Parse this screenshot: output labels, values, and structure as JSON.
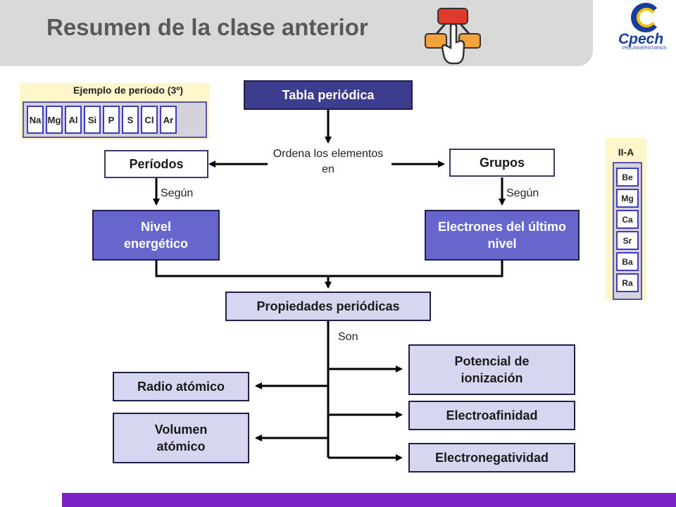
{
  "header": {
    "title": "Resumen de la clase anterior"
  },
  "logo": {
    "name": "Cpech",
    "subtitle": "PREUNIVERSITARIOS"
  },
  "period_example": {
    "title": "Ejemplo de período (3º)",
    "elements": [
      "Na",
      "Mg",
      "Al",
      "Si",
      "P",
      "S",
      "Cl",
      "Ar"
    ]
  },
  "group_example": {
    "title": "II-A",
    "elements": [
      "Be",
      "Mg",
      "Ca",
      "Sr",
      "Ba",
      "Ra"
    ]
  },
  "diagram": {
    "root": "Tabla periódica",
    "orders_label": "Ordena los elementos en",
    "periods": "Períodos",
    "groups": "Grupos",
    "according_left": "Según",
    "according_right": "Según",
    "energy_level": "Nivel energético",
    "last_electrons": "Electrones del último nivel",
    "properties": "Propiedades periódicas",
    "are_label": "Son",
    "atomic_radius": "Radio atómico",
    "atomic_volume": "Volumen atómico",
    "ionization": "Potencial de ionización",
    "electroaffinity": "Electroafinidad",
    "electronegativity": "Electronegatividad"
  },
  "colors": {
    "accent_bar": "#7b22c7",
    "box_dark": "#3d3d8f",
    "box_mid": "#6666cc",
    "box_light": "#d6d6f0"
  }
}
